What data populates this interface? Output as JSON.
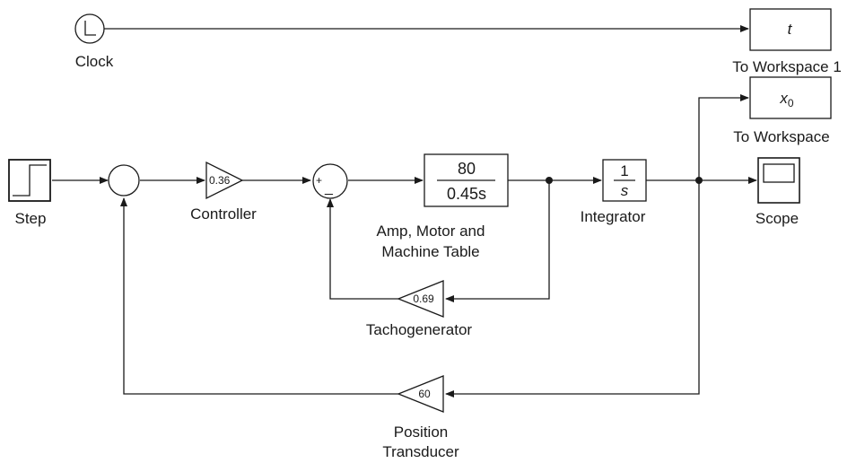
{
  "blocks": {
    "clock": {
      "label": "Clock"
    },
    "step": {
      "label": "Step"
    },
    "controller": {
      "label": "Controller",
      "gain": "0.36"
    },
    "sum2": {
      "plus": "+",
      "minus": "_"
    },
    "plant": {
      "numerator": "80",
      "denominator": "0.45s",
      "label_line1": "Amp, Motor and",
      "label_line2": "Machine Table"
    },
    "integrator": {
      "numerator": "1",
      "denominator": "s",
      "label": "Integrator"
    },
    "tachogenerator": {
      "label": "Tachogenerator",
      "gain": "0.69"
    },
    "position_transducer": {
      "label_line1": "Position",
      "label_line2": "Transducer",
      "gain": "60"
    },
    "to_workspace_1": {
      "variable": "t",
      "label": "To Workspace 1"
    },
    "to_workspace": {
      "variable": "x",
      "subscript": "0",
      "label": "To Workspace"
    },
    "scope": {
      "label": "Scope"
    }
  }
}
